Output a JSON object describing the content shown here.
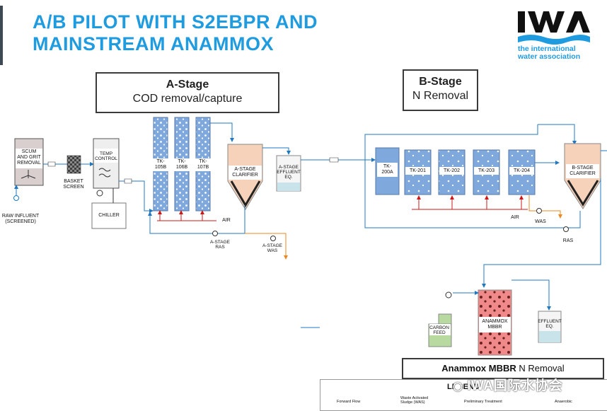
{
  "slide": {
    "title_line1": "A/B PILOT WITH S2EBPR AND",
    "title_line2": "MAINSTREAM ANAMMOX",
    "logo_letters": "IWA",
    "logo_text_line1": "the international",
    "logo_text_line2": "water association"
  },
  "a_stage": {
    "title": "A-Stage",
    "subtitle": "COD removal/capture"
  },
  "b_stage": {
    "title": "B-Stage",
    "subtitle": "N Removal"
  },
  "units": {
    "scum": [
      "SCUM",
      "AND GRIT",
      "REMOVAL"
    ],
    "raw_influent": [
      "RAW INFLUENT",
      "(SCREENED)"
    ],
    "basket": [
      "BASKET",
      "SCREEN"
    ],
    "temp": [
      "TEMP",
      "CONTROL"
    ],
    "chiller": "CHILLER",
    "tk105": [
      "TK-",
      "105B"
    ],
    "tk106": [
      "TK-",
      "106B"
    ],
    "tk107": [
      "TK-",
      "107B"
    ],
    "a_clarifier": [
      "A-STAGE",
      "CLARIFIER"
    ],
    "a_effluent": [
      "A-STAGE",
      "EFFLUENT",
      "EQ."
    ],
    "air_a": "AIR",
    "a_ras": [
      "A-STAGE",
      "RAS"
    ],
    "a_was": [
      "A-STAGE",
      "WAS"
    ],
    "tk200a": [
      "TK-",
      "200A"
    ],
    "tk201": "TK-201",
    "tk202": "TK-202",
    "tk203": "TK-203",
    "tk204": "TK-204",
    "b_clarifier": [
      "B-STAGE",
      "CLARIFIER"
    ],
    "air_b": "AIR",
    "was": "WAS",
    "ras": "RAS",
    "carbon_feed": [
      "CARBON",
      "FEED"
    ],
    "anammox_mbbr": [
      "ANAMMOX",
      "MBBR"
    ],
    "effluent_eq": [
      "EFFLUENT",
      "EQ."
    ]
  },
  "anammox_label_bold": "Anammox MBBR",
  "anammox_label_rest": " N Removal",
  "legend": {
    "title": "LEGEND",
    "forward_flow": "Forward Flow",
    "was_line1": "Waste Activated",
    "was_line2": "Sludge (WAS)",
    "preliminary": "Preliminary Treatment",
    "anaerobic": "Anaerobic"
  },
  "watermark": "IWA国际水协会",
  "colors": {
    "title": "#1f9be0",
    "reactor_blue": "#7fa8dd",
    "clarifier_peach": "#f6d2ba",
    "flow_blue": "#1f78c1",
    "air_red": "#cc1a1a",
    "was_orange": "#e9891f",
    "anammox_pink": "#f08a8a",
    "carbon_green": "#b8d9a0"
  }
}
